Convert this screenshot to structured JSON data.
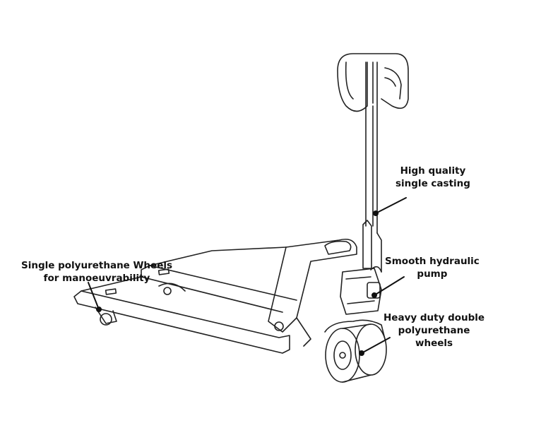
{
  "labels": {
    "casting": [
      "High quality",
      "single casting"
    ],
    "pump": [
      "Smooth hydraulic",
      "pump"
    ],
    "wheels": [
      "Heavy duty double",
      "polyurethane",
      "wheels"
    ],
    "front_wheels": [
      "Single polyurethane Wheels",
      "for manoeuvrability"
    ]
  }
}
